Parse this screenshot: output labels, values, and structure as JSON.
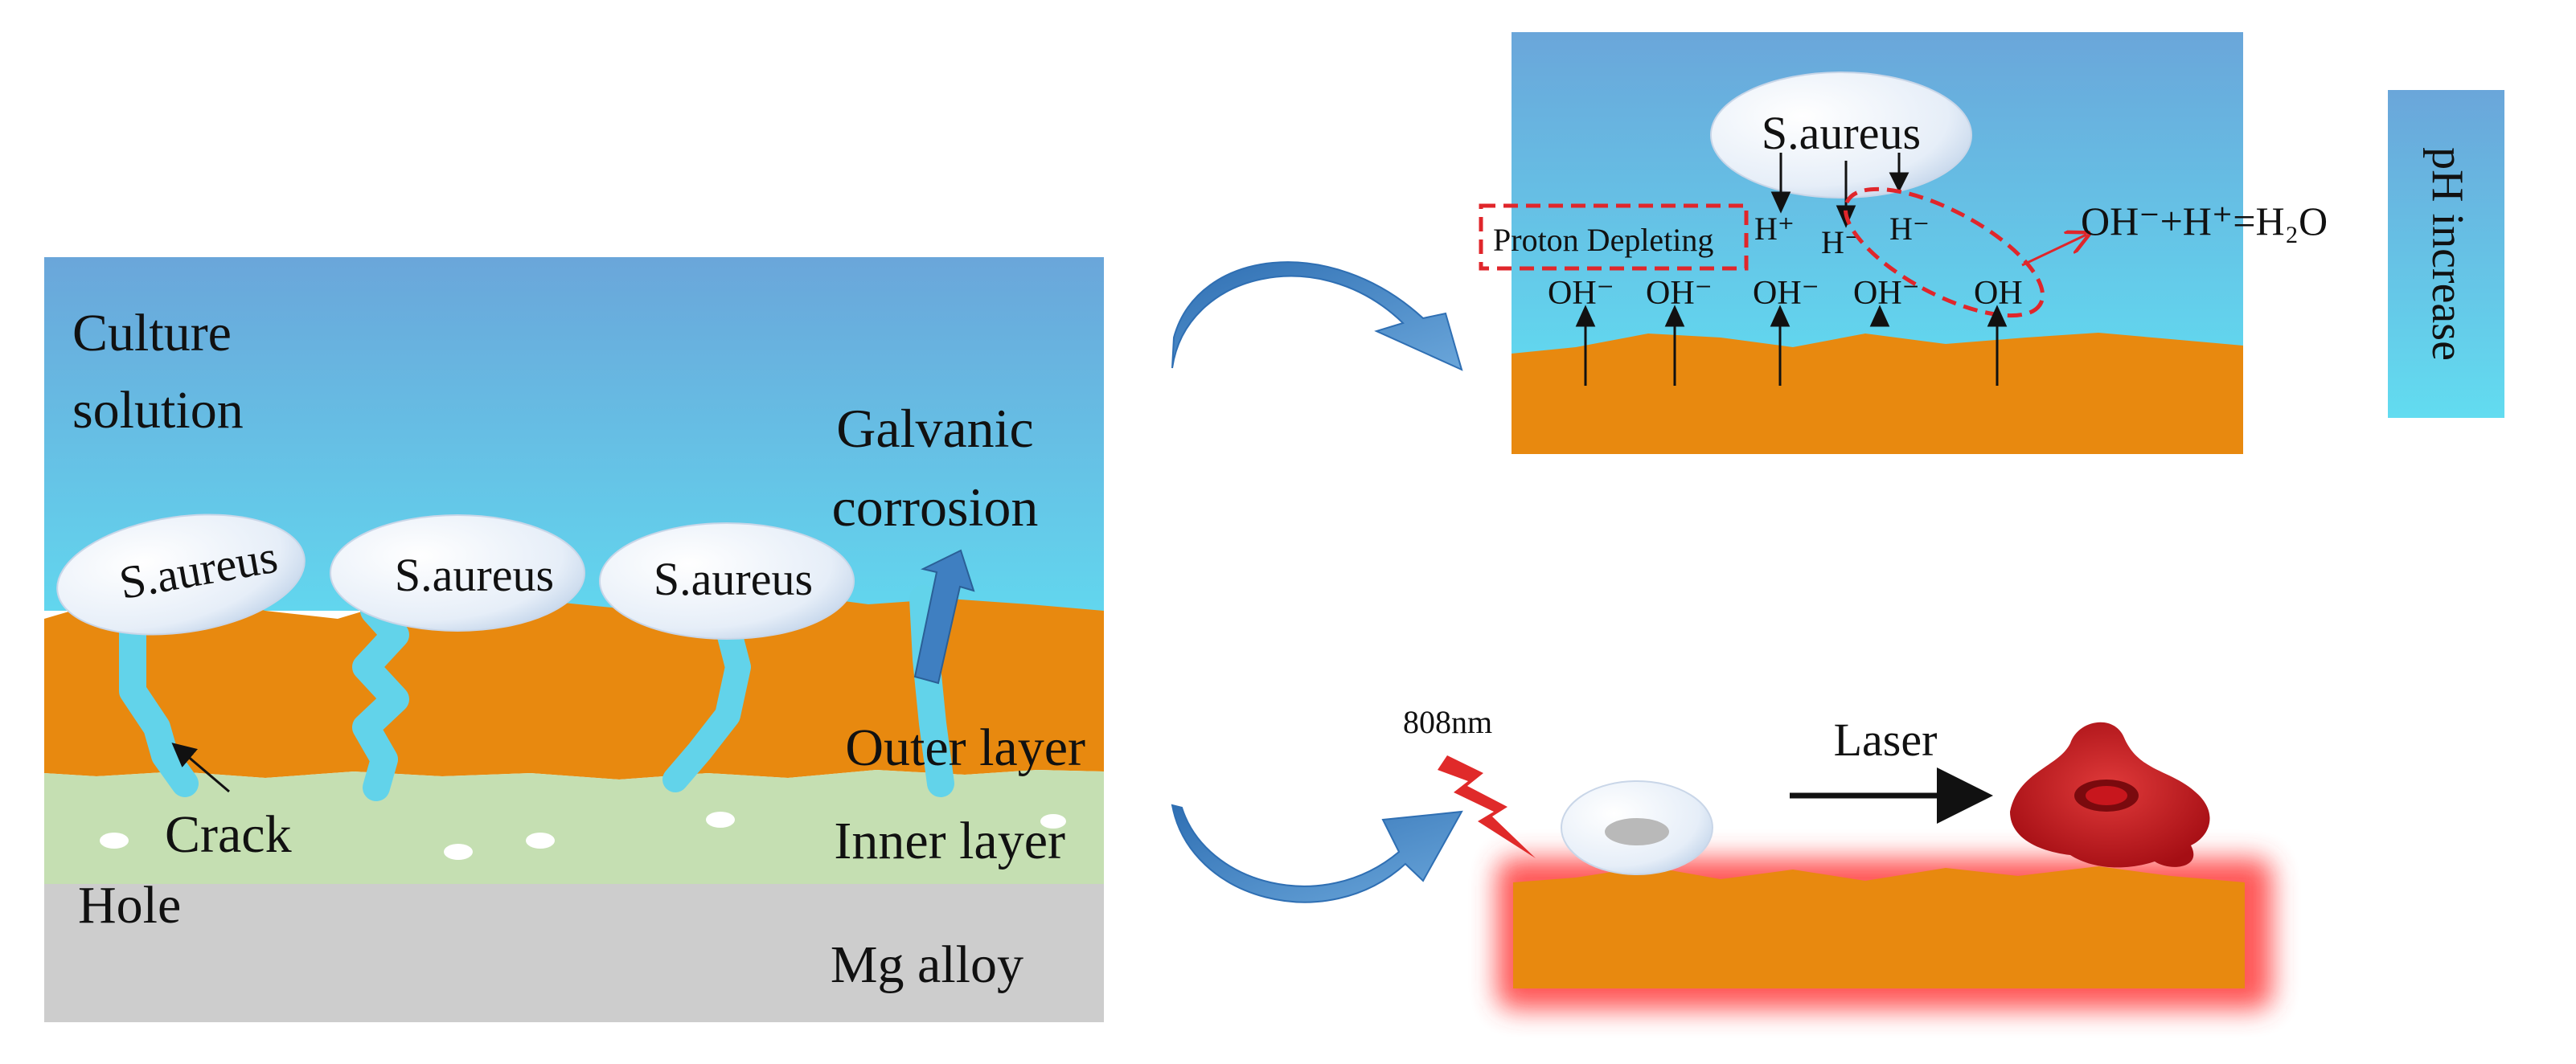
{
  "left_panel": {
    "culture_line1": "Culture",
    "culture_line2": "solution",
    "galvanic_line1": "Galvanic",
    "galvanic_line2": "corrosion",
    "bacteria": [
      "S.aureus",
      "S.aureus",
      "S.aureus"
    ],
    "outer_layer": "Outer layer",
    "inner_layer": "Inner layer",
    "crack": "Crack",
    "hole": "Hole",
    "mg_alloy": "Mg alloy"
  },
  "top_right_panel": {
    "bacterium": "S.aureus",
    "proton_depleting": "Proton Depleting",
    "h_plus": "H⁺",
    "h_minus_1": "H⁻",
    "h_minus_2": "H⁻",
    "oh_labels": [
      "OH⁻",
      "OH⁻",
      "OH⁻",
      "OH⁻",
      "OH"
    ],
    "equation": "OH⁻+H⁺=H₂O",
    "ph_increase": "pH increase"
  },
  "bottom_right_panel": {
    "wavelength": "808nm",
    "laser": "Laser"
  },
  "colors": {
    "solution_top": "#6aa6da",
    "solution_bottom": "#62d6ee",
    "coating_orange": "#e8890f",
    "inner_layer_green": "#c5dfb2",
    "mg_alloy_gray": "#cdcdcd",
    "crack_cyan": "#62d3ea",
    "arrow_blue": "#3f7fc1",
    "dashed_red": "#e0262b",
    "laser_red": "#e02a2a",
    "dead_cell": "#c8161d"
  }
}
